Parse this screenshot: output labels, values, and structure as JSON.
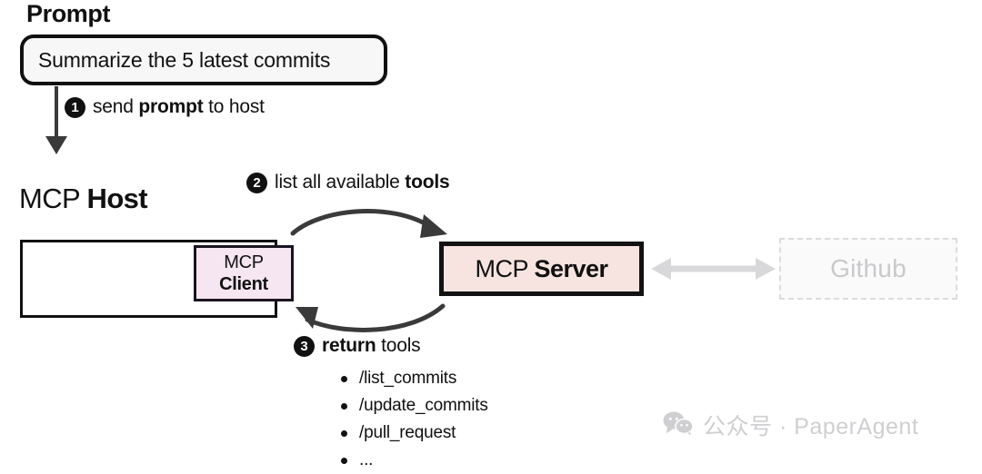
{
  "diagram": {
    "title": "MCP Host / Client / Server interaction flow",
    "colors": {
      "ink": "#111111",
      "prompt_fill": "#f7f7f7",
      "client_fill": "#f5e6f1",
      "server_fill": "#f7e4e0",
      "github_fill": "#fafafb",
      "github_border": "#dcdcdf",
      "github_text": "#c9c9cc",
      "arrow_dark": "#3a3a3a",
      "arrow_gray": "#d8d8da",
      "watermark": "#cfcfd2"
    }
  },
  "prompt": {
    "title": "Prompt",
    "value": "Summarize the 5 latest commits"
  },
  "steps": [
    {
      "num": "1",
      "prefix": "send ",
      "bold": "prompt",
      "suffix": " to host"
    },
    {
      "num": "2",
      "prefix": "list all available ",
      "bold": "tools",
      "suffix": ""
    },
    {
      "num": "3",
      "prefix": "",
      "bold": "return",
      "suffix": " tools"
    }
  ],
  "host": {
    "title_regular": "MCP ",
    "title_bold": "Host"
  },
  "client": {
    "line1": "MCP",
    "line2": "Client"
  },
  "server": {
    "label_regular": "MCP ",
    "label_bold": "Server"
  },
  "external": {
    "label": "Github"
  },
  "tools": [
    "/list_commits",
    "/update_commits",
    "/pull_request",
    "..."
  ],
  "watermark": {
    "icon": "wechat-icon",
    "text": "公众号 · PaperAgent"
  }
}
